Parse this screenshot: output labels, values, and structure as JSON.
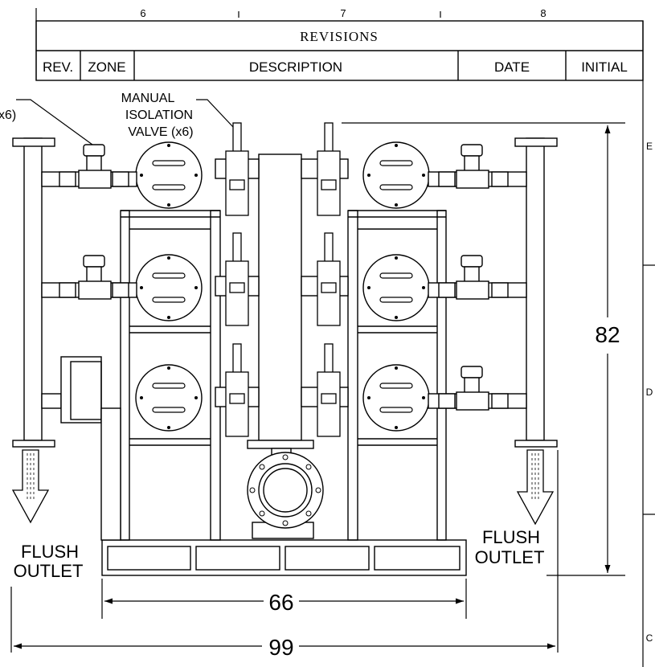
{
  "zones": [
    "6",
    "7",
    "8"
  ],
  "side_letters": [
    "E",
    "D",
    "C"
  ],
  "revisions": {
    "title": "REVISIONS",
    "columns": [
      "REV.",
      "ZONE",
      "DESCRIPTION",
      "DATE",
      "INITIAL"
    ]
  },
  "callouts": {
    "left_partial": "x6)",
    "manual_valve_line1": "MANUAL",
    "manual_valve_line2": "ISOLATION",
    "manual_valve_line3": "VALVE (x6)"
  },
  "labels": {
    "flush_left_line1": "FLUSH",
    "flush_left_line2": "OUTLET",
    "flush_right_line1": "FLUSH",
    "flush_right_line2": "OUTLET"
  },
  "dimensions": {
    "height": "82",
    "frame_width": "66",
    "overall_width": "99"
  }
}
